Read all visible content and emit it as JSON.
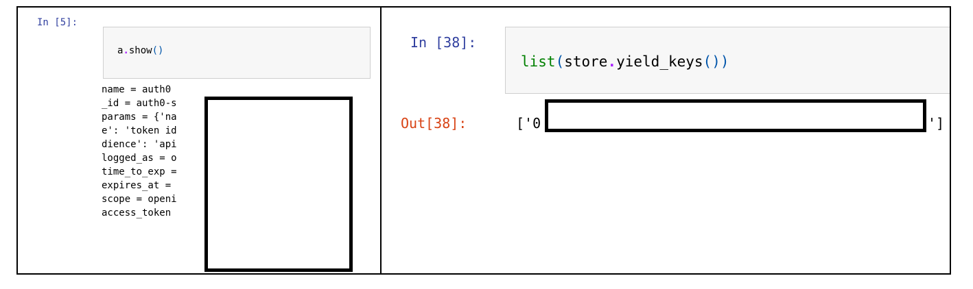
{
  "left_cell": {
    "prompt": "In [5]:",
    "code": {
      "obj": "a",
      "dot": ".",
      "method": "show",
      "parens": "()"
    },
    "output_lines": [
      "name = auth0",
      "_id = auth0-s",
      "params = {'na",
      "e': 'token id",
      "dience': 'api",
      "logged_as = o",
      "time_to_exp =",
      "expires_at =",
      "scope = openi",
      "access_token"
    ]
  },
  "right_cell": {
    "in_prompt": "In [38]:",
    "code": {
      "builtin": "list",
      "paren_open": "(",
      "obj": "store",
      "dot": ".",
      "method": "yield_keys",
      "call_parens": "()",
      "paren_close": ")"
    },
    "out_prompt": "Out[38]:",
    "output_prefix": "['0",
    "output_suffix": "']"
  },
  "colors": {
    "in_prompt": "#303f9f",
    "out_prompt": "#d84315",
    "input_bg": "#f7f7f7",
    "redaction_border": "#000000"
  }
}
